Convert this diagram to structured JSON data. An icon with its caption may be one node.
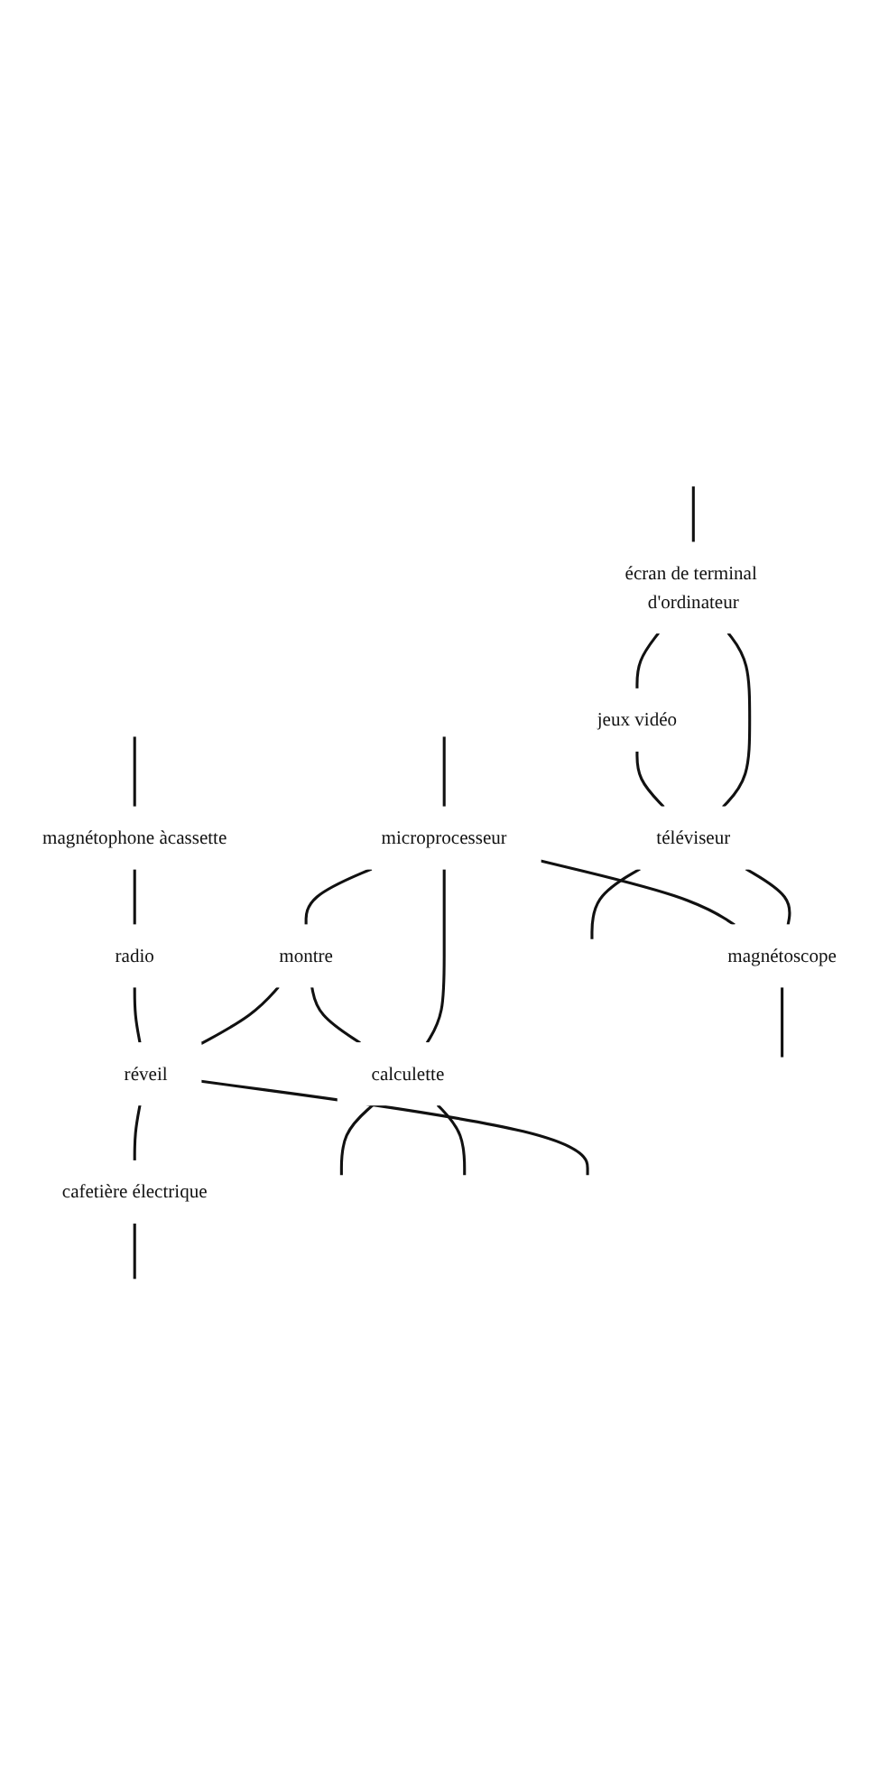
{
  "diagram": {
    "nodes": [
      {
        "text": [
          "écran de terminal d'ordinateur"
        ]
      },
      {
        "text": [
          "jeux vidéo"
        ]
      },
      {
        "text": [
          "téléviseur"
        ]
      },
      {
        "text": [
          "microprocesseur"
        ]
      },
      {
        "text": [
          "magnétoscope"
        ]
      },
      {
        "text": [
          "montre"
        ]
      },
      {
        "text": [
          "calculette"
        ]
      },
      {
        "text": [
          "magnétophone àcassette"
        ]
      },
      {
        "text": [
          "radio"
        ]
      },
      {
        "text": [
          "réveil"
        ]
      },
      {
        "text": [
          "cafetière électrique"
        ]
      }
    ],
    "edges": [
      {
        "from": null,
        "to": 0,
        "arrow": "none"
      },
      {
        "from": 0,
        "to": 1,
        "arrow": "none"
      },
      {
        "from": 0,
        "to": 2,
        "arrow": "none"
      },
      {
        "from": 1,
        "to": 2,
        "arrow": "none"
      },
      {
        "from": null,
        "to": 3,
        "arrow": "none"
      },
      {
        "from": 2,
        "to": null,
        "arrow": "none"
      },
      {
        "from": 2,
        "to": 4,
        "arrow": "none"
      },
      {
        "from": 3,
        "to": 4,
        "arrow": "none"
      },
      {
        "from": 4,
        "to": null,
        "arrow": "none"
      },
      {
        "from": 3,
        "to": 5,
        "arrow": "none"
      },
      {
        "from": 3,
        "to": 6,
        "arrow": "none"
      },
      {
        "from": 6,
        "to": null,
        "arrow": "none"
      },
      {
        "from": 5,
        "to": 6,
        "arrow": "none"
      },
      {
        "from": 6,
        "to": null,
        "arrow": "none"
      },
      {
        "from": null,
        "to": 7,
        "arrow": "none"
      },
      {
        "from": 7,
        "to": 8,
        "arrow": "none"
      },
      {
        "from": 5,
        "to": 9,
        "arrow": "none"
      },
      {
        "from": 8,
        "to": 9,
        "arrow": "none"
      },
      {
        "from": 9,
        "to": 10,
        "arrow": "none"
      },
      {
        "from": 10,
        "to": null,
        "arrow": "none"
      },
      {
        "from": 9,
        "to": null,
        "arrow": "none"
      }
    ]
  }
}
